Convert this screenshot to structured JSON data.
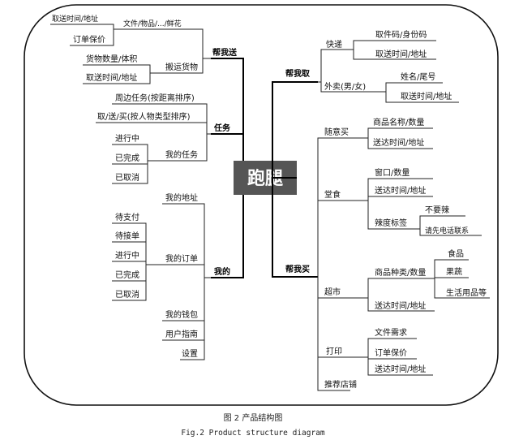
{
  "center": "跑腿",
  "sections": {
    "send": "帮我送",
    "task": "任务",
    "mine": "我的",
    "take": "帮我取",
    "buy": "帮我买"
  },
  "send_items": {
    "pickup_time": "取送时间/地址",
    "goods_type": "文件/物品/.../鲜花",
    "insurance": "订单保价",
    "transport": "搬运货物",
    "quantity": "货物数量/体积",
    "pickup_time_2": "取送时间/地址"
  },
  "task_items": {
    "nearby": "周边任务(按距离排序)",
    "by_type": "取/送/买(按人物类型排序)",
    "my_tasks": "我的任务",
    "in_progress": "进行中",
    "completed": "已完成",
    "cancelled": "已取消"
  },
  "mine_items": {
    "address": "我的地址",
    "orders": "我的订单",
    "to_pay": "待支付",
    "to_accept": "待接单",
    "in_progress": "进行中",
    "completed": "已完成",
    "cancelled": "已取消",
    "wallet": "我的钱包",
    "guide": "用户指南",
    "settings": "设置"
  },
  "take_items": {
    "express": "快递",
    "code": "取件码/身份码",
    "time": "取送时间/地址",
    "takeout": "外卖(男/女)",
    "name": "姓名/尾号",
    "time_2": "取送时间/地址"
  },
  "buy_items": {
    "random": "随意买",
    "product": "商品名称/数量",
    "deliver_time": "送达时间/地址",
    "canteen": "堂食",
    "window": "窗口/数量",
    "deliver_time_2": "送达时间/地址",
    "spicy_tag": "辣度标签",
    "no_spicy": "不要辣",
    "call_first": "请先电话联系",
    "supermarket": "超市",
    "goods_kind": "商品种类/数量",
    "food": "食品",
    "fruit": "果蔬",
    "daily": "生活用品等",
    "deliver_time_3": "送达时间/地址",
    "print": "打印",
    "doc_req": "文件需求",
    "insurance": "订单保价",
    "deliver_time_4": "送达时间/地址",
    "recommend": "推荐店铺"
  },
  "caption": {
    "cn": "图 2 产品结构图",
    "en": "Fig.2 Product structure diagram"
  }
}
